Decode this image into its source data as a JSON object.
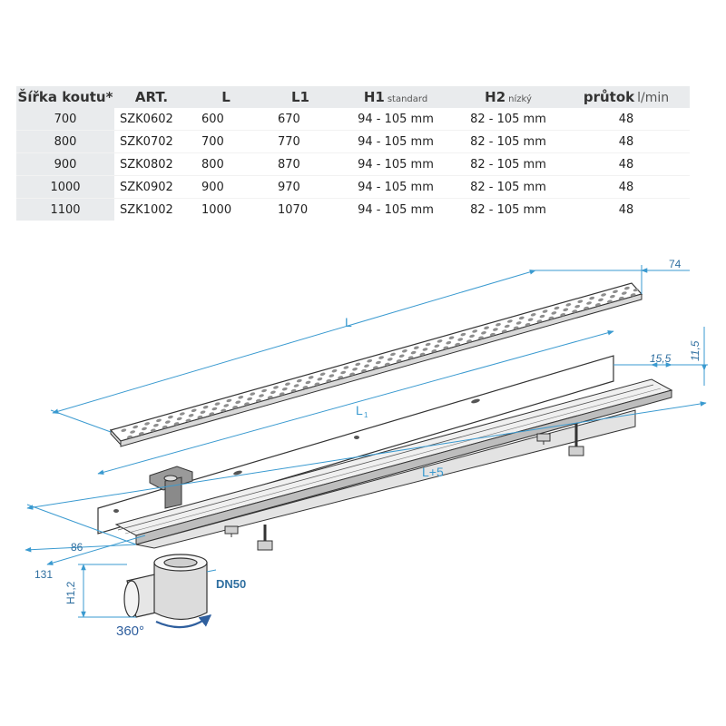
{
  "table": {
    "headers": [
      {
        "main": "Šířka koutu*",
        "sub": ""
      },
      {
        "main": "ART.",
        "sub": ""
      },
      {
        "main": "L",
        "sub": ""
      },
      {
        "main": "L1",
        "sub": ""
      },
      {
        "main": "H1",
        "sub": "standard"
      },
      {
        "main": "H2",
        "sub": "nízký"
      },
      {
        "main": "průtok",
        "sub": "l/min"
      }
    ],
    "rows": [
      [
        "700",
        "SZK0602",
        "600",
        "670",
        "94 - 105 mm",
        "82 - 105 mm",
        "48"
      ],
      [
        "800",
        "SZK0702",
        "700",
        "770",
        "94 - 105 mm",
        "82 - 105 mm",
        "48"
      ],
      [
        "900",
        "SZK0802",
        "800",
        "870",
        "94 - 105 mm",
        "82 - 105 mm",
        "48"
      ],
      [
        "1000",
        "SZK0902",
        "900",
        "970",
        "94 - 105 mm",
        "82 - 105 mm",
        "48"
      ],
      [
        "1100",
        "SZK1002",
        "1000",
        "1070",
        "94 - 105 mm",
        "82 - 105 mm",
        "48"
      ]
    ]
  },
  "drawing": {
    "dim_L": "L",
    "dim_L1": "L",
    "dim_L1_sub": "1",
    "dim_L5": "L+5",
    "dim_74": "74",
    "dim_155": "15,5",
    "dim_115": "11,5",
    "dim_86": "86",
    "dim_131": "131",
    "dim_H12": "H1,2",
    "label_dn50": "DN50",
    "label_360": "360°",
    "colors": {
      "dimension": "#3a9ad0",
      "outline": "#333333",
      "arrow": "#2f5f9e"
    }
  }
}
